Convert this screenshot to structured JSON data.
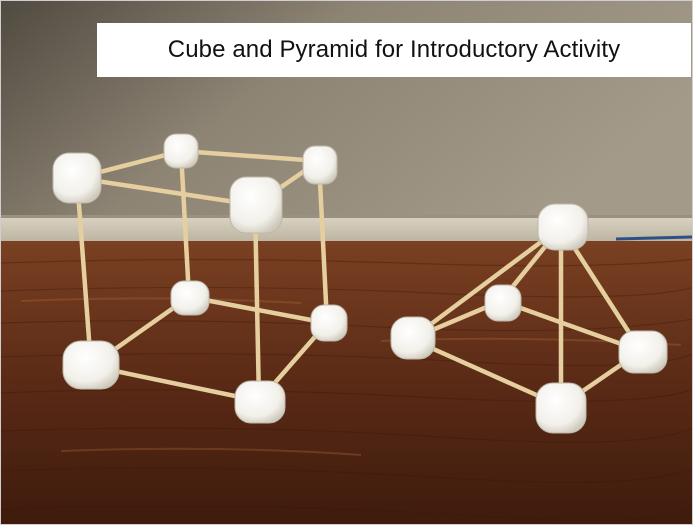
{
  "caption": {
    "text": "Cube and Pyramid for Introductory Activity"
  },
  "colors": {
    "wall": "#8d8474",
    "table": "#5a2a16",
    "stick": "#e6cf9f",
    "marshmallow": "#f2f0ea",
    "caption_background": "#ffffff"
  },
  "objects": [
    {
      "name": "cube-model"
    },
    {
      "name": "pyramid-model"
    }
  ]
}
